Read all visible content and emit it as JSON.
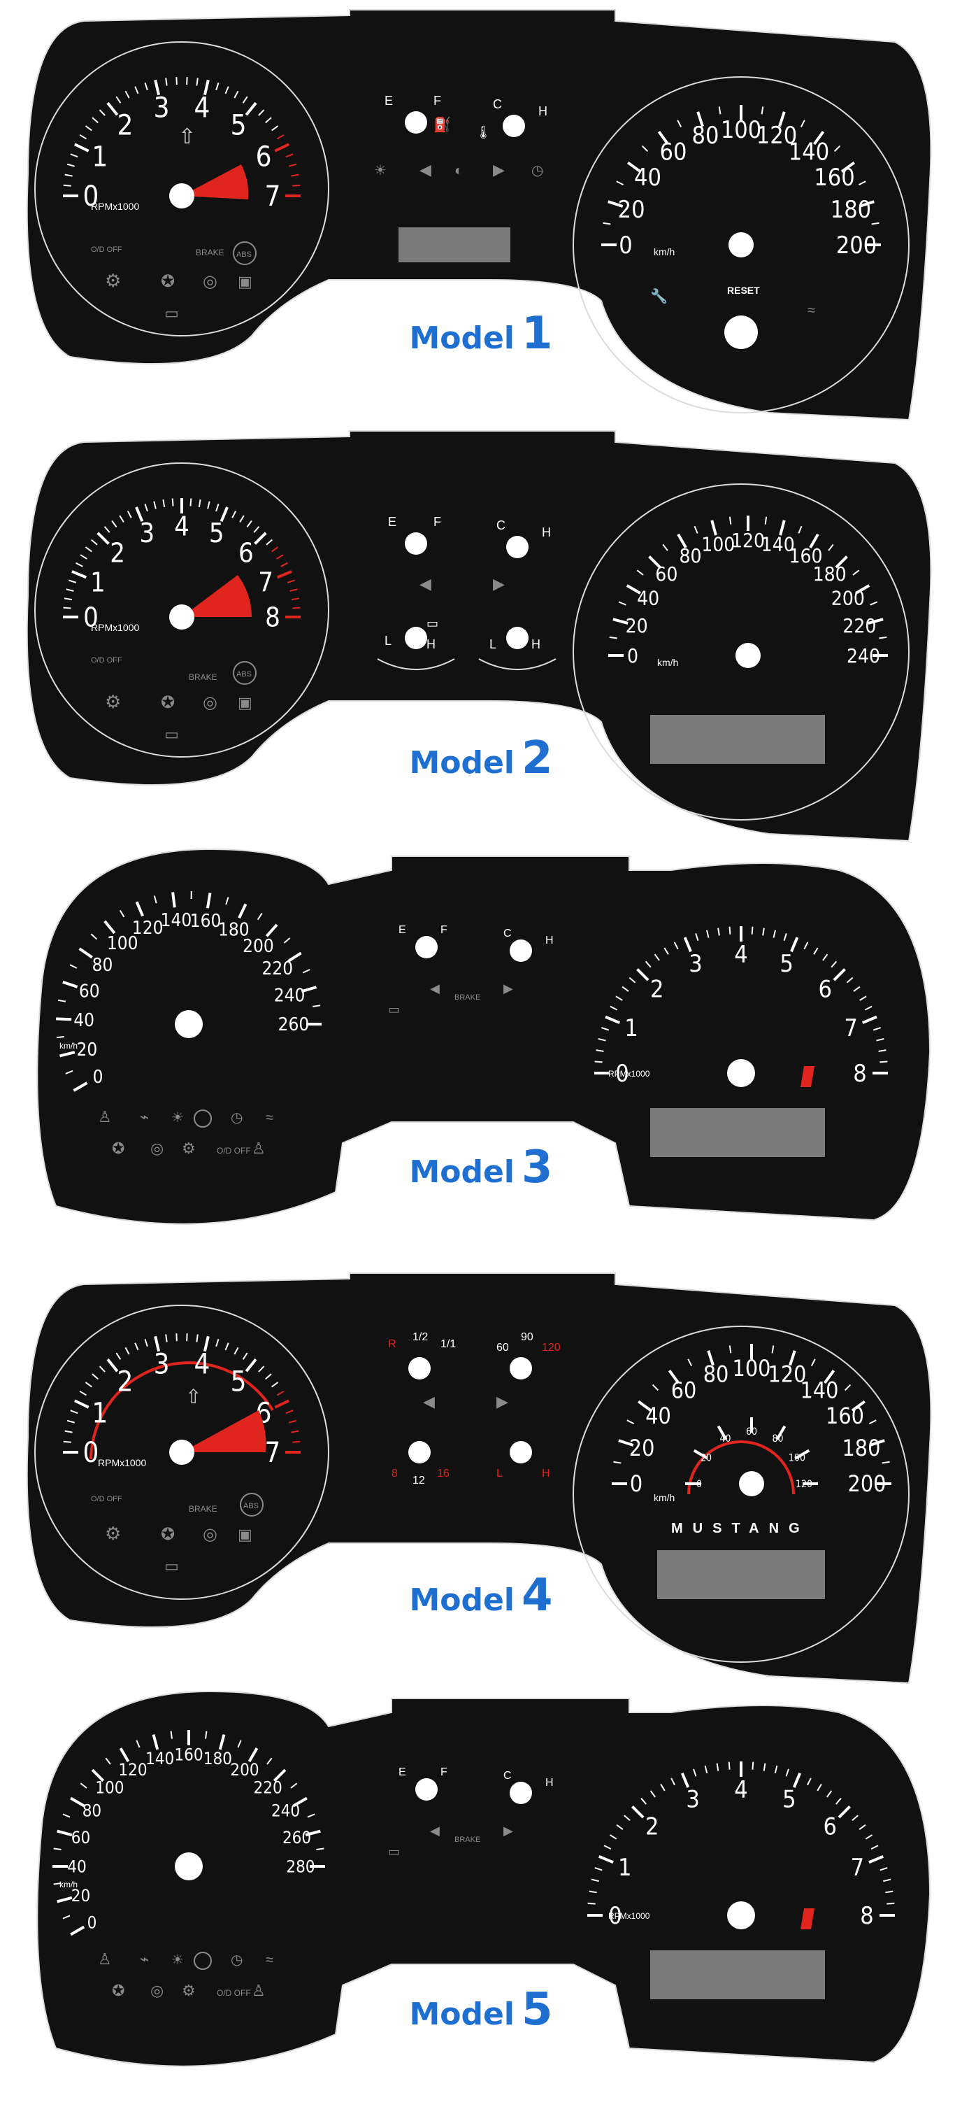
{
  "colors": {
    "panel": "#111111",
    "outline": "#dcdcdc",
    "accent_red": "#e0251e",
    "lcd": "#7b7b7b",
    "label_blue": "#1f6fd0"
  },
  "common": {
    "rpm_label": "RPMx1000",
    "kmh_label": "km/h",
    "reset_label": "RESET",
    "brand": "MUSTANG",
    "fuel_e": "E",
    "fuel_f": "F",
    "temp_c": "C",
    "temp_h": "H",
    "oil_l": "L",
    "oil_h": "H",
    "od_off": "O/D OFF",
    "brake": "BRAKE",
    "abs": "ABS",
    "fuel_r": "R",
    "fuel_half": "1/2",
    "fuel_full": "1/1",
    "temp_60": "60",
    "temp_90": "90",
    "temp_120": "120",
    "volt_8": "8",
    "volt_12": "12",
    "volt_16": "16"
  },
  "models": [
    {
      "label_word": "Model",
      "label_num": "1",
      "rpm_ticks": [
        "0",
        "1",
        "2",
        "3",
        "4",
        "5",
        "6",
        "7"
      ],
      "speed_ticks": [
        "0",
        "20",
        "40",
        "60",
        "80",
        "100",
        "120",
        "140",
        "160",
        "180",
        "200"
      ],
      "redline_fraction": 0.82
    },
    {
      "label_word": "Model",
      "label_num": "2",
      "rpm_ticks": [
        "0",
        "1",
        "2",
        "3",
        "4",
        "5",
        "6",
        "7",
        "8"
      ],
      "speed_ticks": [
        "0",
        "20",
        "40",
        "60",
        "80",
        "100",
        "120",
        "140",
        "160",
        "180",
        "200",
        "220",
        "240"
      ],
      "redline_fraction": 0.78
    },
    {
      "label_word": "Model",
      "label_num": "3",
      "rpm_ticks": [
        "0",
        "1",
        "2",
        "3",
        "4",
        "5",
        "6",
        "7",
        "8"
      ],
      "speed_ticks": [
        "0",
        "20",
        "40",
        "60",
        "80",
        "100",
        "120",
        "140",
        "160",
        "180",
        "200",
        "220",
        "240",
        "260"
      ],
      "redline_fraction": 0.8
    },
    {
      "label_word": "Model",
      "label_num": "4",
      "rpm_ticks": [
        "0",
        "1",
        "2",
        "3",
        "4",
        "5",
        "6",
        "7"
      ],
      "speed_ticks": [
        "0",
        "20",
        "40",
        "60",
        "80",
        "100",
        "120",
        "140",
        "160",
        "180",
        "200"
      ],
      "inner_mph_ticks": [
        "0",
        "20",
        "40",
        "60",
        "80",
        "100",
        "120"
      ],
      "redline_fraction": 0.82
    },
    {
      "label_word": "Model",
      "label_num": "5",
      "rpm_ticks": [
        "0",
        "1",
        "2",
        "3",
        "4",
        "5",
        "6",
        "7",
        "8"
      ],
      "speed_ticks": [
        "0",
        "20",
        "40",
        "60",
        "80",
        "100",
        "120",
        "140",
        "160",
        "180",
        "200",
        "220",
        "240",
        "260",
        "280"
      ],
      "redline_fraction": 0.8
    }
  ]
}
